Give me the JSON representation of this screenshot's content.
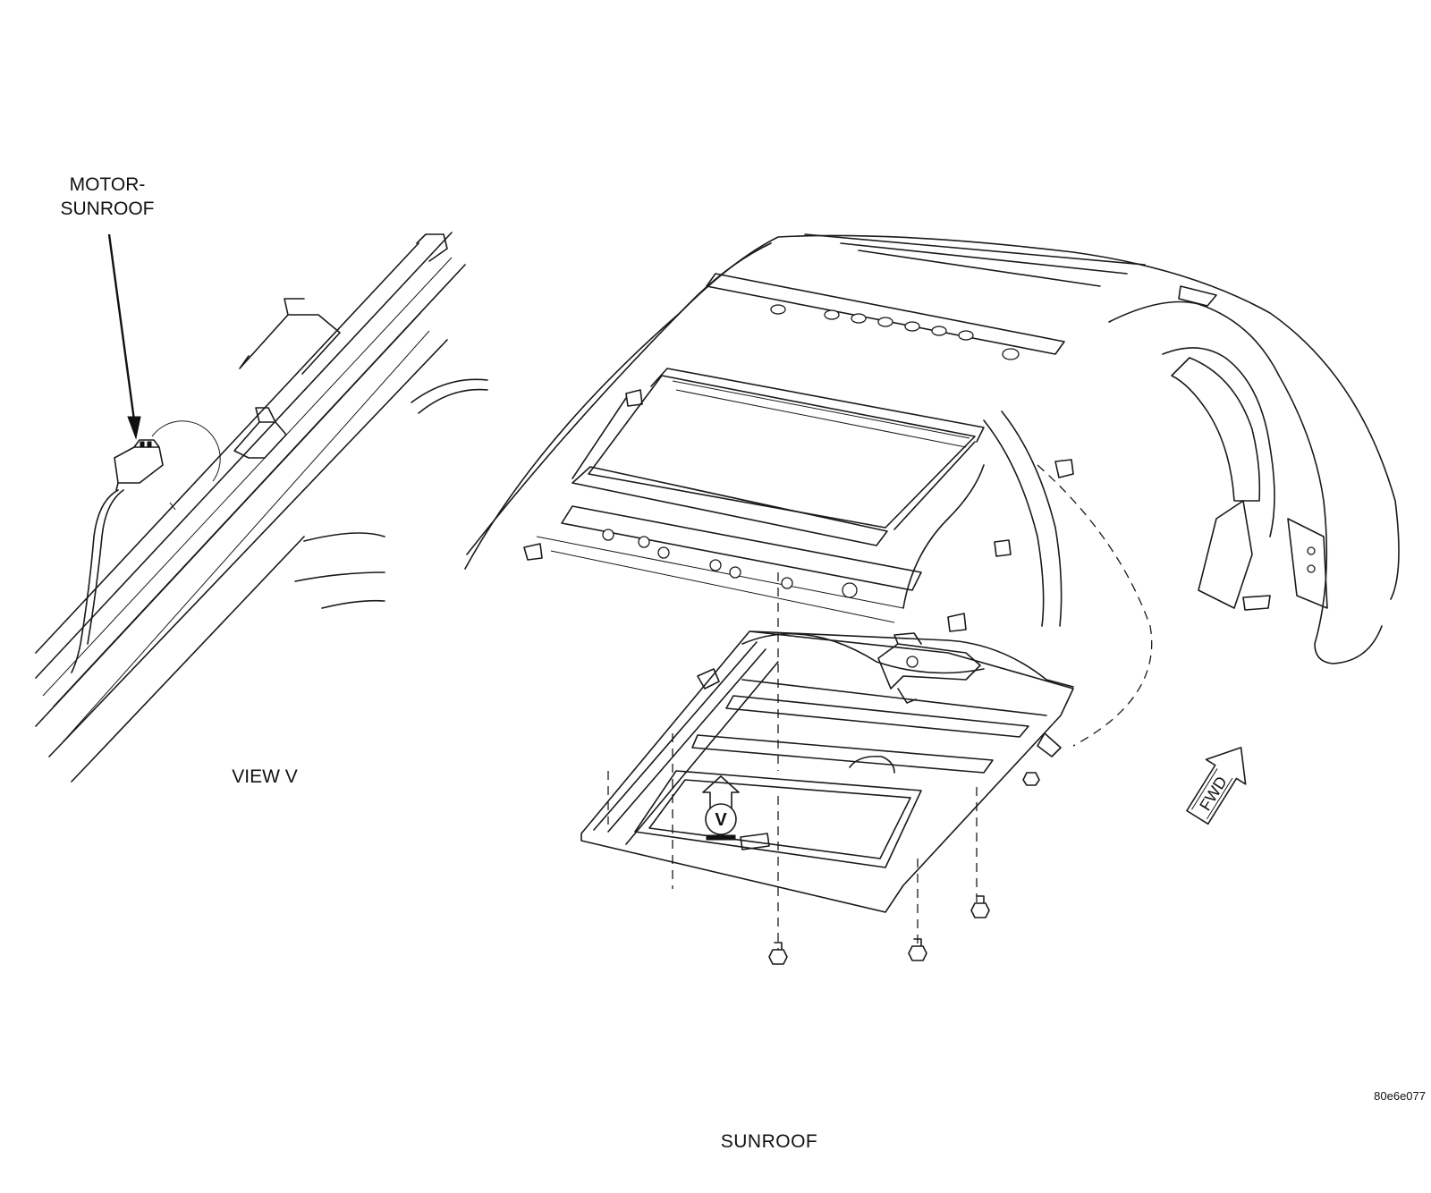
{
  "labels": {
    "motor_sunroof": "MOTOR-\nSUNROOF",
    "view_v": "VIEW V",
    "view_marker": "V",
    "forward_arrow": "FWD",
    "caption": "SUNROOF",
    "figure_id": "80e6e077"
  }
}
